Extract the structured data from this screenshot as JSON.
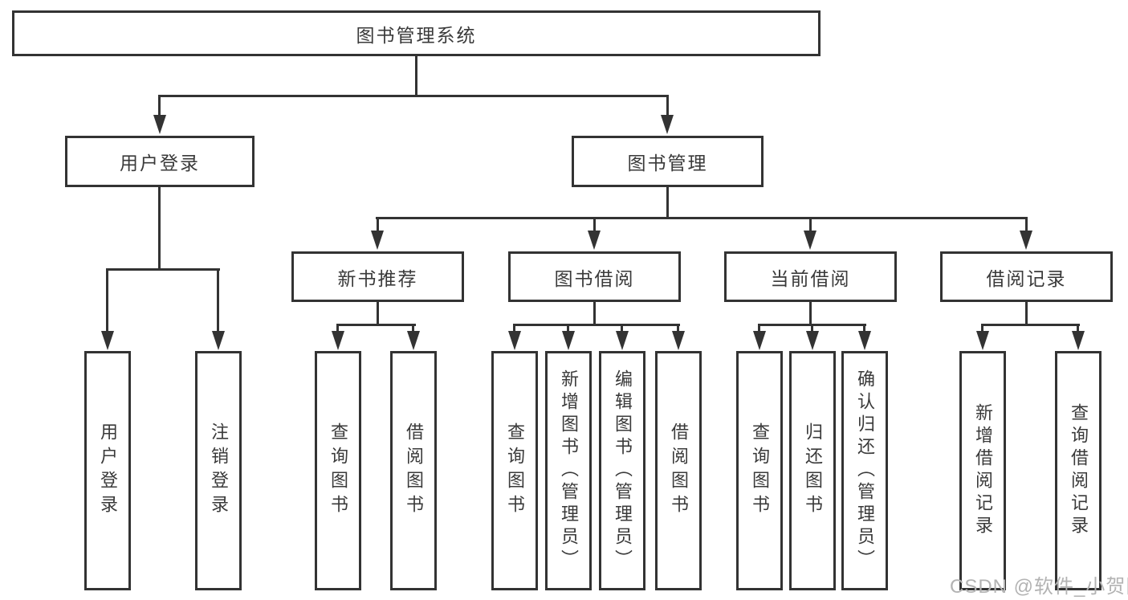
{
  "diagram": {
    "title_node": {
      "label": "图书管理系统"
    },
    "level2": [
      {
        "id": "user-login",
        "label": "用户登录"
      },
      {
        "id": "book-management",
        "label": "图书管理"
      }
    ],
    "level3": [
      {
        "id": "new-book-recommend",
        "label": "新书推荐",
        "parent": "图书管理"
      },
      {
        "id": "book-borrowing",
        "label": "图书借阅",
        "parent": "图书管理"
      },
      {
        "id": "current-borrowing",
        "label": "当前借阅",
        "parent": "图书管理"
      },
      {
        "id": "borrowing-records",
        "label": "借阅记录",
        "parent": "图书管理"
      }
    ],
    "leaves": [
      {
        "label": "用户登录",
        "parent": "用户登录"
      },
      {
        "label": "注销登录",
        "parent": "用户登录"
      },
      {
        "label": "查询图书",
        "parent": "新书推荐"
      },
      {
        "label": "借阅图书",
        "parent": "新书推荐"
      },
      {
        "label": "查询图书",
        "parent": "图书借阅"
      },
      {
        "label": "新增图书（管理员）",
        "parent": "图书借阅"
      },
      {
        "label": "编辑图书（管理员）",
        "parent": "图书借阅"
      },
      {
        "label": "借阅图书",
        "parent": "图书借阅"
      },
      {
        "label": "查询图书",
        "parent": "当前借阅"
      },
      {
        "label": "归还图书",
        "parent": "当前借阅"
      },
      {
        "label": "确认归还（管理员）",
        "parent": "当前借阅"
      },
      {
        "label": "新增借阅记录",
        "parent": "借阅记录"
      },
      {
        "label": "查询借阅记录",
        "parent": "借阅记录"
      }
    ],
    "colors": {
      "line": "#333333",
      "text": "#3a3a3a",
      "node_fill": "#ffffff",
      "background": "#ffffff",
      "watermark": "#b3b3b3"
    }
  },
  "watermark": {
    "text": "CSDN @软件_小贺同学"
  }
}
